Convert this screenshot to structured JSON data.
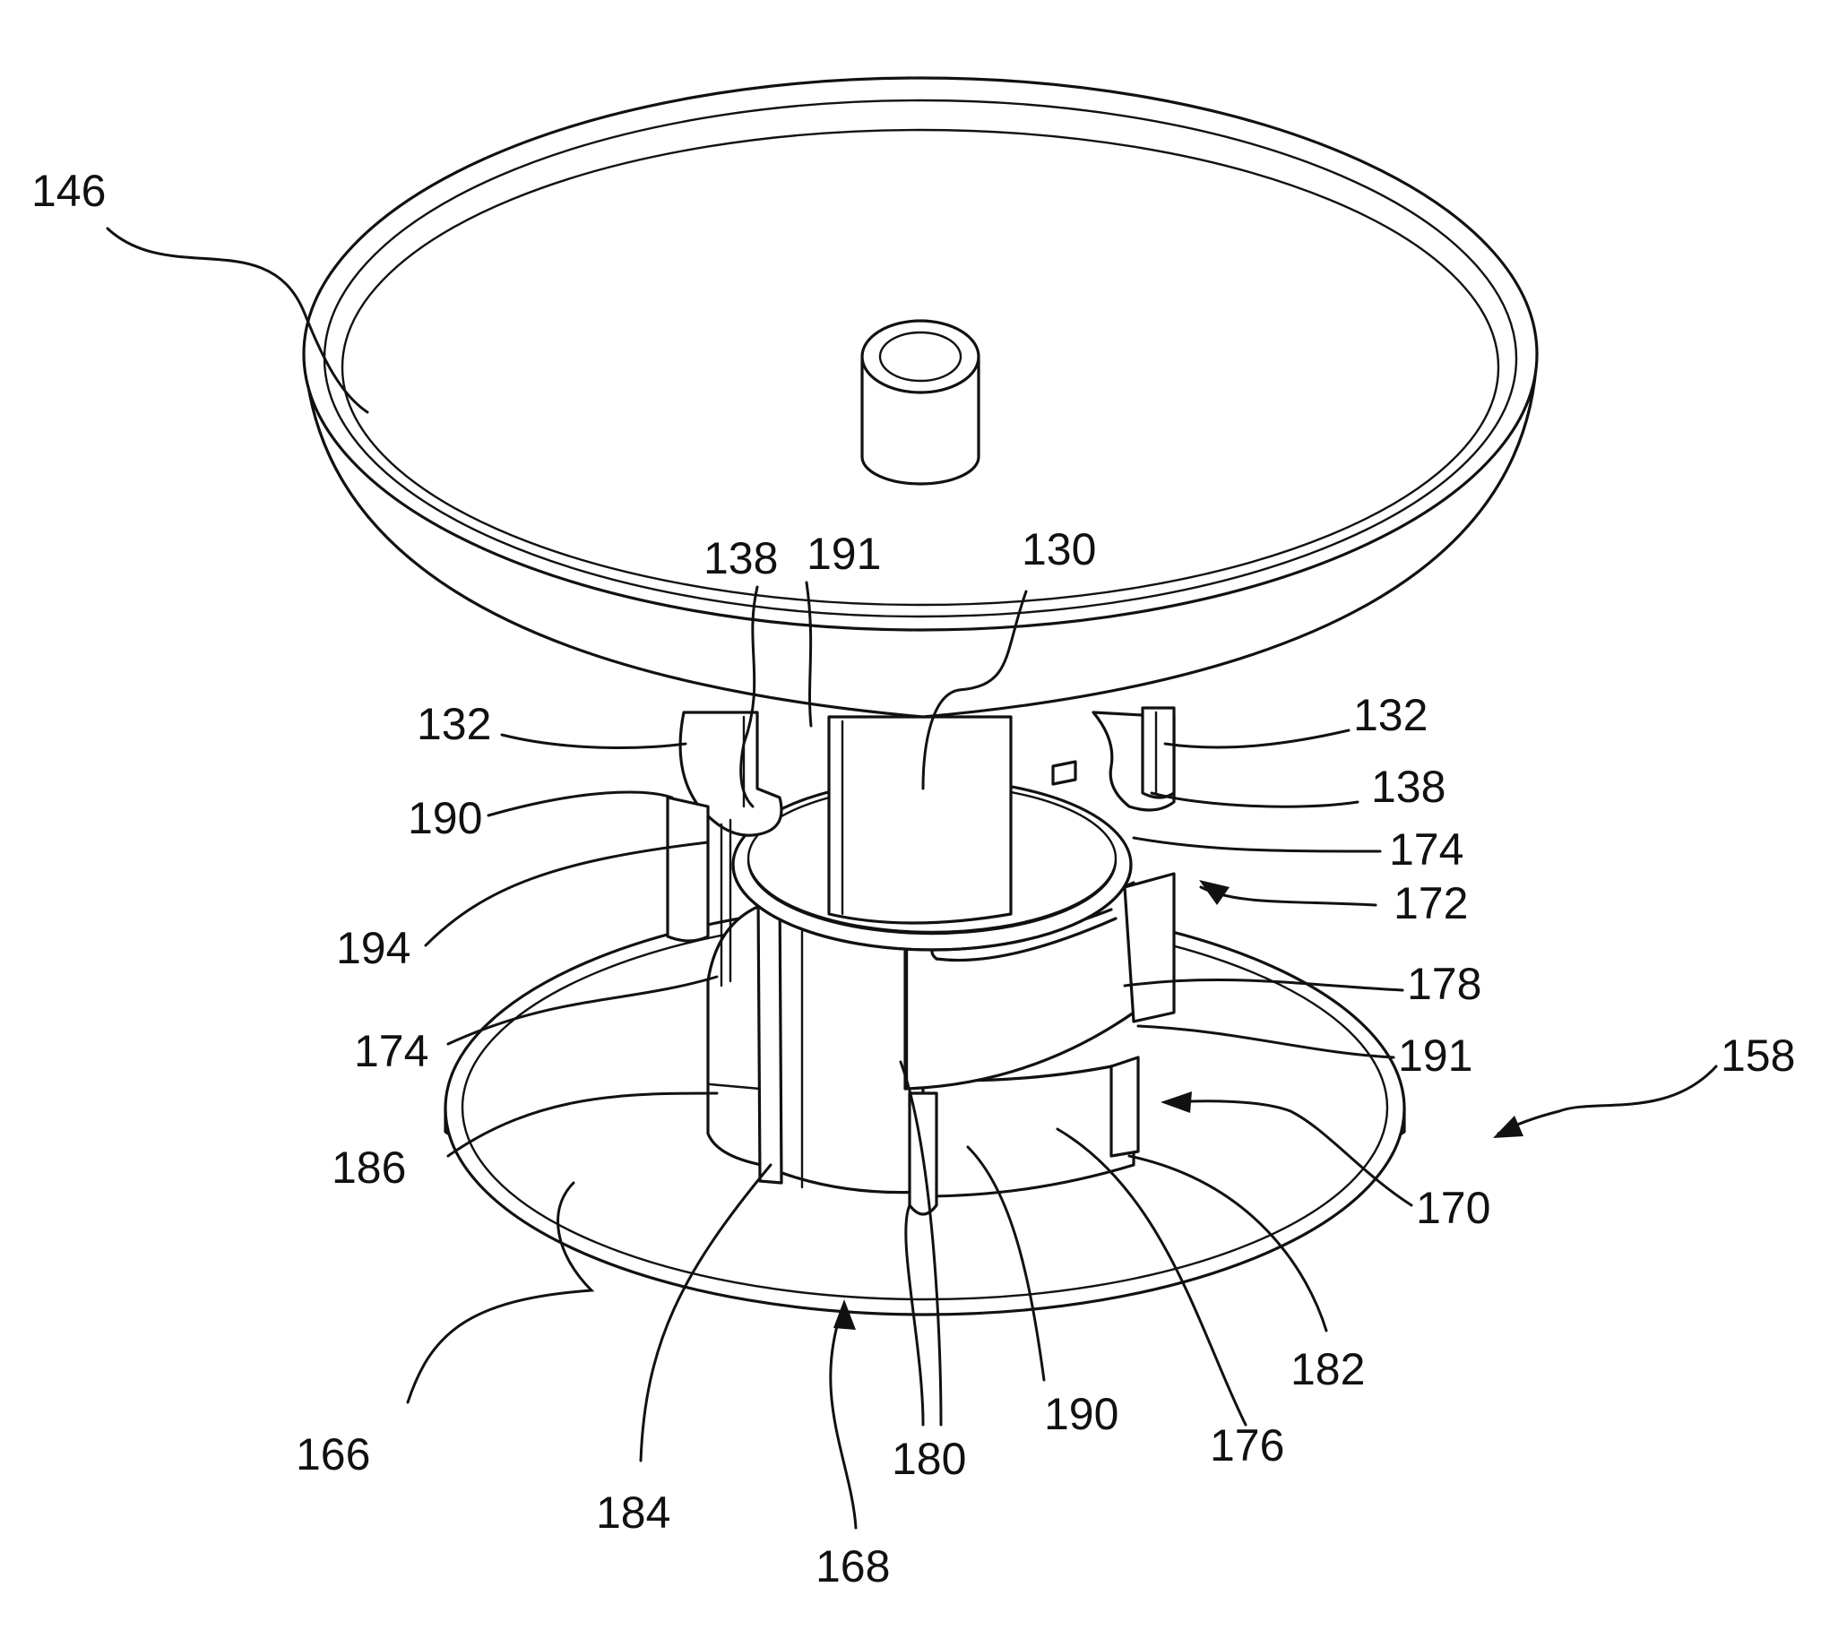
{
  "figure": {
    "labels": [
      {
        "id": "l146",
        "text": "146"
      },
      {
        "id": "l138a",
        "text": "138"
      },
      {
        "id": "l191a",
        "text": "191"
      },
      {
        "id": "l130",
        "text": "130"
      },
      {
        "id": "l132a",
        "text": "132"
      },
      {
        "id": "l132b",
        "text": "132"
      },
      {
        "id": "l138b",
        "text": "138"
      },
      {
        "id": "l190a",
        "text": "190"
      },
      {
        "id": "l174a",
        "text": "174"
      },
      {
        "id": "l172",
        "text": "172"
      },
      {
        "id": "l194",
        "text": "194"
      },
      {
        "id": "l178",
        "text": "178"
      },
      {
        "id": "l174b",
        "text": "174"
      },
      {
        "id": "l191b",
        "text": "191"
      },
      {
        "id": "l158",
        "text": "158"
      },
      {
        "id": "l186",
        "text": "186"
      },
      {
        "id": "l170",
        "text": "170"
      },
      {
        "id": "l182",
        "text": "182"
      },
      {
        "id": "l166",
        "text": "166"
      },
      {
        "id": "l190b",
        "text": "190"
      },
      {
        "id": "l176",
        "text": "176"
      },
      {
        "id": "l180",
        "text": "180"
      },
      {
        "id": "l184",
        "text": "184"
      },
      {
        "id": "l168",
        "text": "168"
      }
    ]
  }
}
